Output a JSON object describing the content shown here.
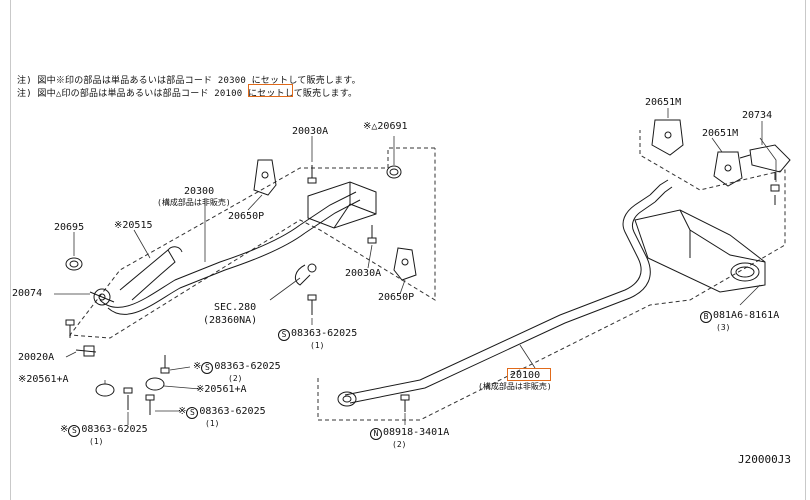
{
  "notes": {
    "line1": "注) 図中※印の部品は単品あるいは部品コード 20300 にセットして販売します。",
    "line2": "注) 図中△印の部品は単品あるいは部品コード 20100 にセットして販売します。"
  },
  "parts": {
    "p20030a_top": "20030A",
    "p20691": "※△20691",
    "p20300": "20300",
    "p20300_note": "(構成部品は非販売)",
    "p20695": "20695",
    "p20515": "※20515",
    "p20650p_top": "20650P",
    "p20074": "20074",
    "p20030a_mid": "20030A",
    "p20650p_bot": "20650P",
    "sec280": "SEC.280",
    "sec280_ref": "(28360NA)",
    "bolt_a_code": "08363-62025",
    "bolt_a_qty": "(1)",
    "p20020a": "20020A",
    "bolt_b_prefix": "※",
    "bolt_b_code": "08363-62025",
    "bolt_b_qty": "(2)",
    "p20561a_left": "※20561+A",
    "p20561a_right": "※20561+A",
    "bolt_c_prefix": "※",
    "bolt_c_code": "08363-62025",
    "bolt_c_qty": "(1)",
    "bolt_d_prefix": "※",
    "bolt_d_code": "08363-62025",
    "bolt_d_qty": "(1)",
    "p20651m_top": "20651M",
    "p20734": "20734",
    "p20651m_mid": "20651M",
    "bolt_e_code": "081A6-8161A",
    "bolt_e_qty": "(3)",
    "p20100": "20100",
    "p20100_note": "(構成部品は非販売)",
    "nut_code": "08918-3401A",
    "nut_qty": "(2)",
    "circle_s": "S",
    "circle_b": "B",
    "circle_n": "N"
  },
  "diagram_code": "J20000J3"
}
